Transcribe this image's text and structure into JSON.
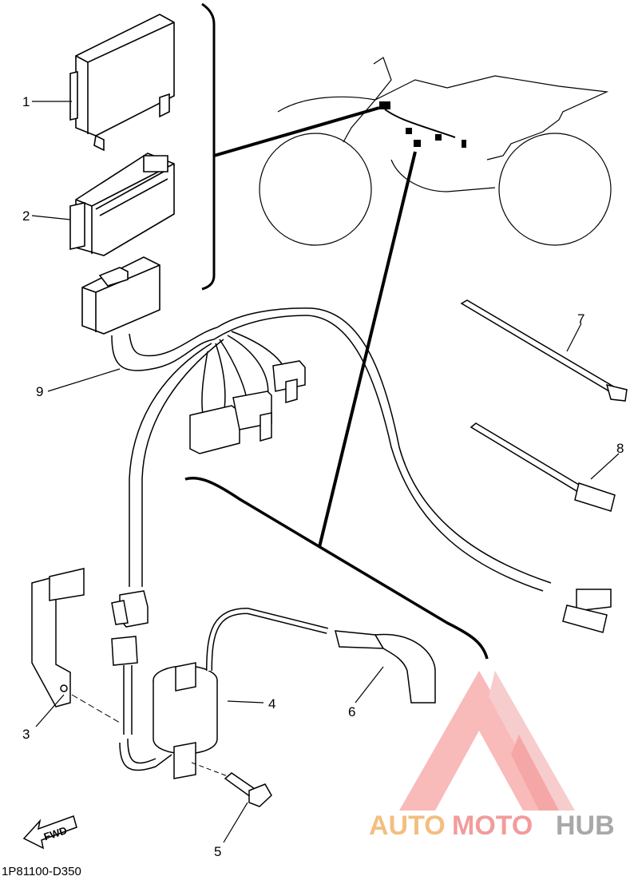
{
  "diagram": {
    "part_code": "1P81100-D350",
    "forward_label": "FWD",
    "callouts": [
      "1",
      "2",
      "3",
      "4",
      "5",
      "6",
      "7",
      "8",
      "9"
    ]
  },
  "watermark": {
    "text_part1": "AUTO",
    "text_part2": "MOTO",
    "text_part3": "HUB",
    "color_orange": "#f2b36b",
    "color_red": "#f28a8a",
    "color_gray": "#9a9a9a"
  }
}
